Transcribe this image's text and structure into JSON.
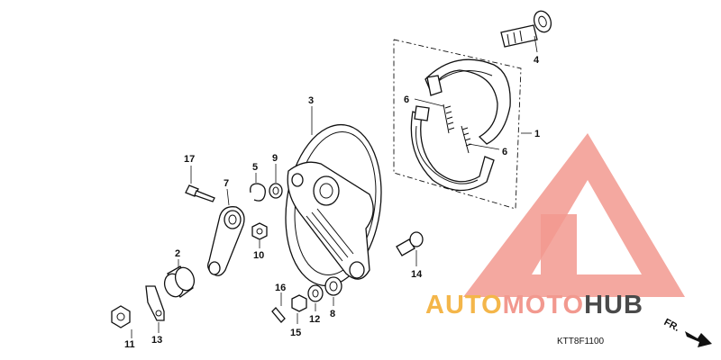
{
  "callouts": {
    "c1": "1",
    "c2": "2",
    "c3": "3",
    "c4": "4",
    "c5": "5",
    "c6a": "6",
    "c6b": "6",
    "c7": "7",
    "c8": "8",
    "c9": "9",
    "c10": "10",
    "c11": "11",
    "c12": "12",
    "c13": "13",
    "c14": "14",
    "c15": "15",
    "c16": "16",
    "c17": "17"
  },
  "diagram_code": "KTT8F1100",
  "front_label": "FR.",
  "logo": {
    "text_part1": "AUTO",
    "text_part2": "MOTO",
    "text_part3": "HUB",
    "color_part1": "#f4b64a",
    "color_part2": "#f2998f",
    "color_part3": "#4a4a4a"
  }
}
